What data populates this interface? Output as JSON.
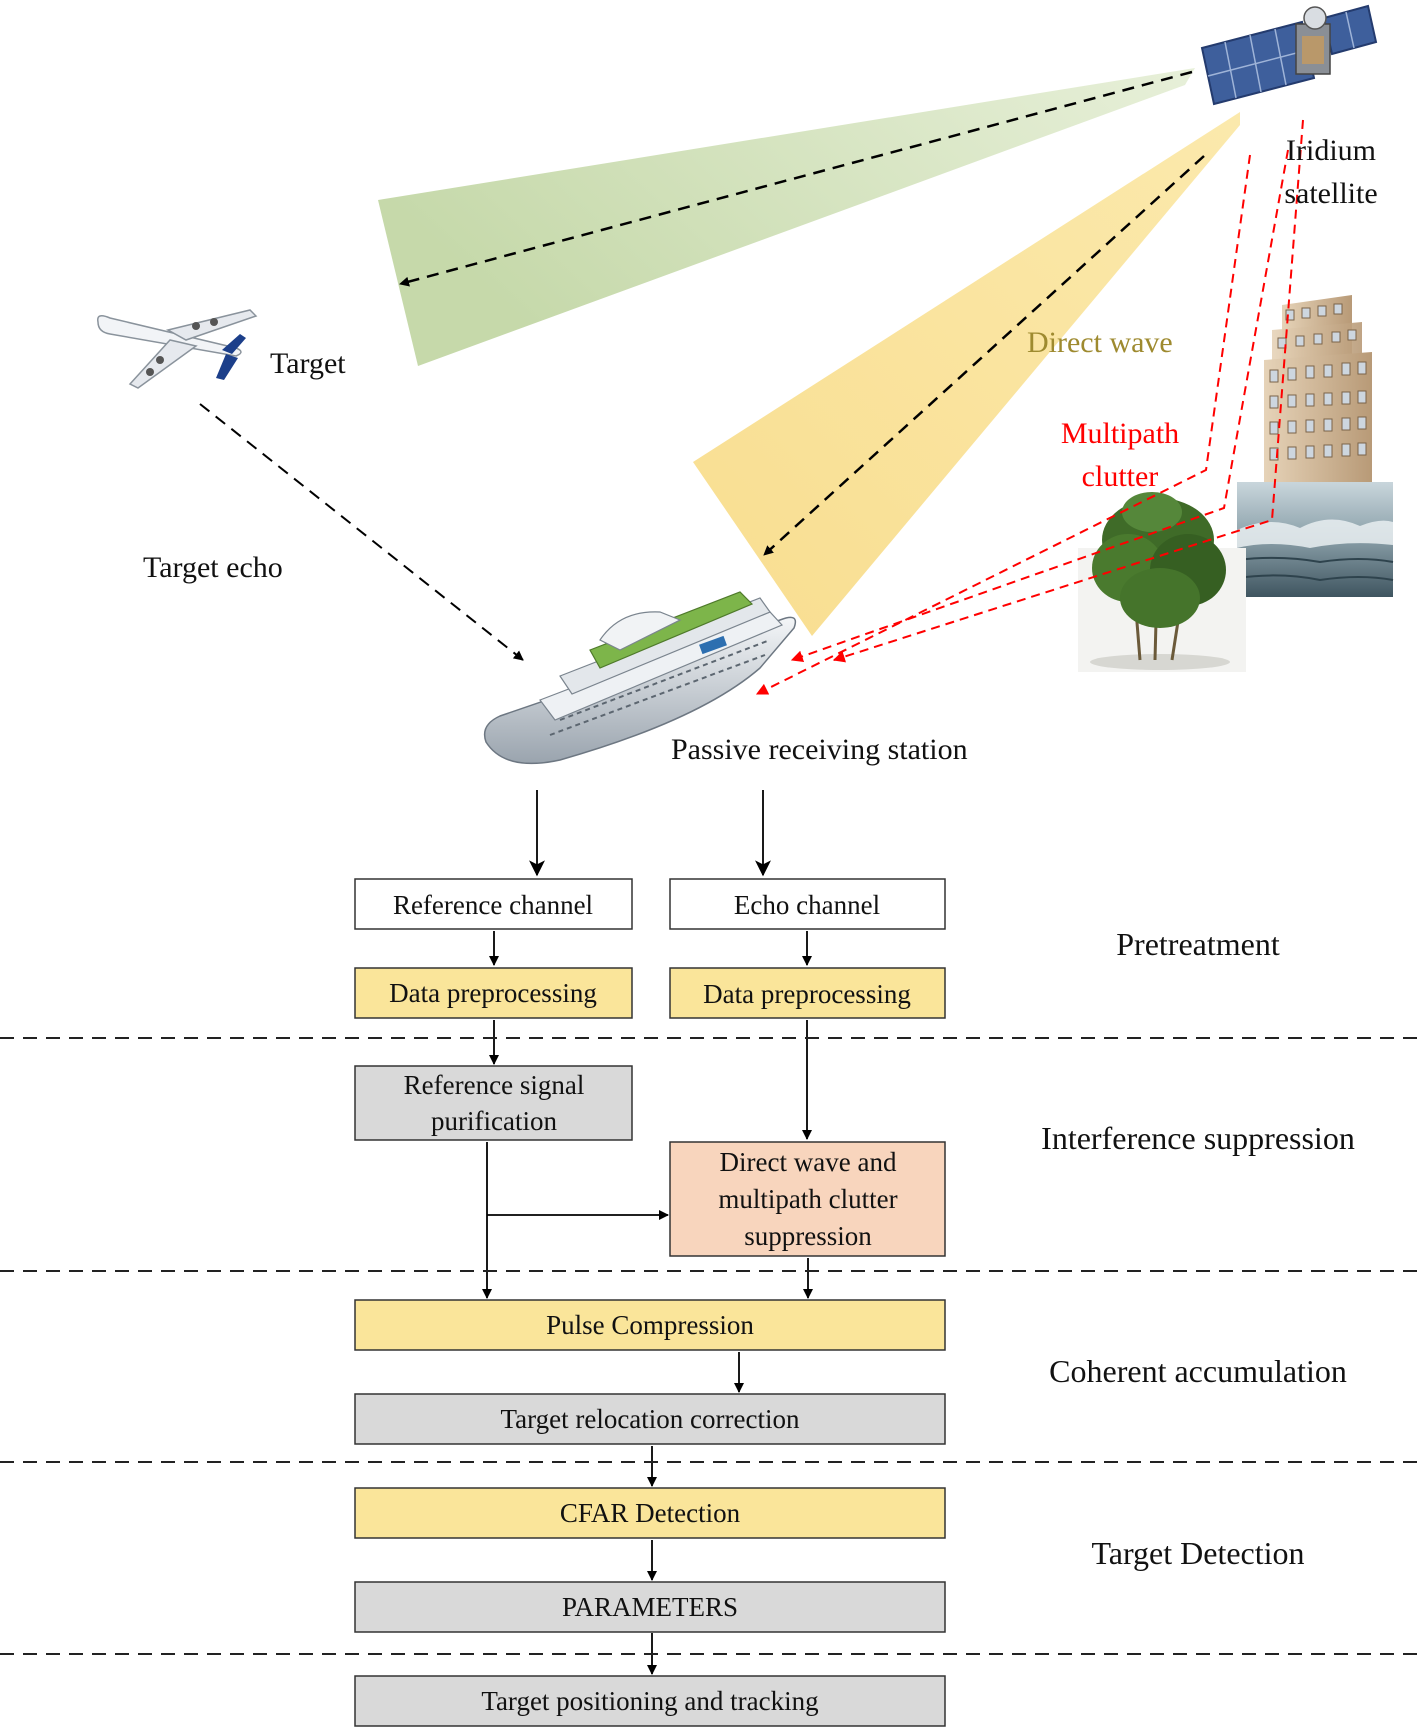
{
  "scene": {
    "satellite_label": [
      "Iridium",
      "satellite"
    ],
    "target_label": "Target",
    "target_echo_label": "Target echo",
    "direct_wave_label": "Direct wave",
    "multipath_label": [
      "Multipath",
      "clutter"
    ],
    "receiver_label": "Passive receiving station"
  },
  "stages": {
    "pretreatment": "Pretreatment",
    "interference": "Interference suppression",
    "coherent": "Coherent accumulation",
    "detection": "Target Detection"
  },
  "boxes": {
    "reference_channel": "Reference channel",
    "echo_channel": "Echo channel",
    "data_pre_left": "Data preprocessing",
    "data_pre_right": "Data preprocessing",
    "ref_purification": [
      "Reference signal",
      "purification"
    ],
    "suppression": [
      "Direct wave and",
      "multipath clutter",
      "suppression"
    ],
    "pulse_compression": "Pulse Compression",
    "relocation": "Target relocation correction",
    "cfar": "CFAR Detection",
    "parameters": "PARAMETERS",
    "positioning": "Target positioning and tracking"
  },
  "colors": {
    "yellow_box": "#fae59a",
    "gray_box": "#d9d9d9",
    "peach_box": "#f8d5bd",
    "green_beam": "#c9dcae",
    "yellow_beam": "#fbe49c",
    "multipath_red": "#ff0000"
  }
}
